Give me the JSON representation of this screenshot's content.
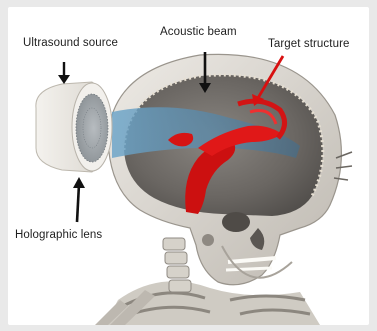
{
  "labels": {
    "ultrasound_source": "Ultrasound source",
    "acoustic_beam": "Acoustic beam",
    "target_structure": "Target structure",
    "holographic_lens": "Holographic lens"
  },
  "colors": {
    "background": "#ffffff",
    "skull": "#dcd9d3",
    "brain_cavity": "#6e6a66",
    "beam": "#5a8fb0",
    "target": "#d41414",
    "bone": "#c9c5be"
  }
}
